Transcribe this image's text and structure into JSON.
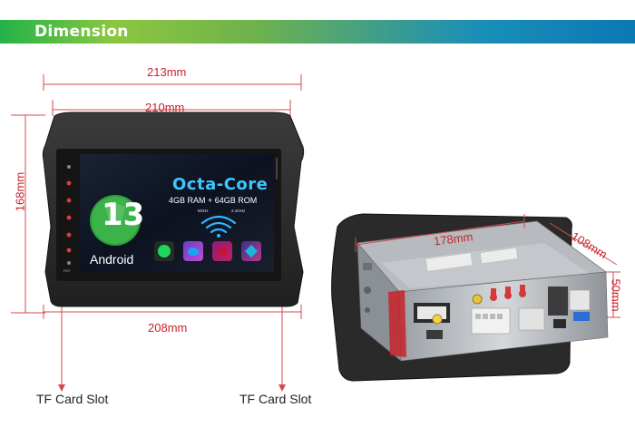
{
  "header": {
    "title": "Dimension",
    "gradient_start": "#22b34a",
    "gradient_end": "#0a79b5"
  },
  "dimensions": {
    "outer_width": "213mm",
    "bezel_width": "210mm",
    "bottom_width": "208mm",
    "height": "168mm",
    "chassis_width": "178mm",
    "chassis_depth": "108mm",
    "chassis_height": "50mm"
  },
  "screen": {
    "headline": "Octa-Core",
    "specs": "4GB RAM + 64GB ROM",
    "wifi_5g": "5GHz",
    "wifi_24g": "2.4GHz",
    "os_version": "13",
    "os_name": "Android",
    "apps": [
      "spotify-icon",
      "twitter-icon",
      "netflix-icon",
      "kodi-icon"
    ]
  },
  "callouts": {
    "tf_slot_left": "TF Card Slot",
    "tf_slot_right": "TF Card Slot"
  },
  "colors": {
    "dimension": "#c8232b",
    "body": "#2c2c2c",
    "screen": "#0e1422"
  }
}
